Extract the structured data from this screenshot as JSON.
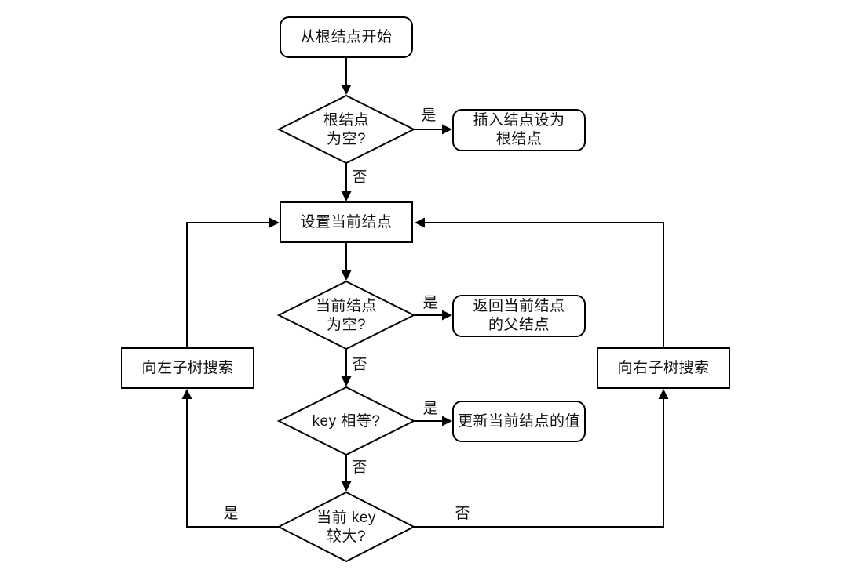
{
  "diagram": {
    "type": "flowchart",
    "background_color": "#ffffff",
    "stroke_color": "#000000",
    "text_color": "#111111",
    "nodes": {
      "start": {
        "shape": "rounded-rect",
        "lines": [
          "从根结点开始"
        ]
      },
      "root_empty": {
        "shape": "diamond",
        "lines": [
          "根结点",
          "为空?"
        ]
      },
      "insert_root": {
        "shape": "rounded-rect",
        "lines": [
          "插入结点设为",
          "根结点"
        ]
      },
      "set_current": {
        "shape": "rect",
        "lines": [
          "设置当前结点"
        ]
      },
      "current_empty": {
        "shape": "diamond",
        "lines": [
          "当前结点",
          "为空?"
        ]
      },
      "return_parent": {
        "shape": "rounded-rect",
        "lines": [
          "返回当前结点",
          "的父结点"
        ]
      },
      "key_equal": {
        "shape": "diamond",
        "lines": [
          "key 相等?"
        ]
      },
      "update_value": {
        "shape": "rounded-rect",
        "lines": [
          "更新当前结点的值"
        ]
      },
      "key_greater": {
        "shape": "diamond",
        "lines": [
          "当前 key",
          "较大?"
        ]
      },
      "search_left": {
        "shape": "rect",
        "lines": [
          "向左子树搜索"
        ]
      },
      "search_right": {
        "shape": "rect",
        "lines": [
          "向右子树搜索"
        ]
      }
    },
    "edge_labels": {
      "root_empty_yes": "是",
      "root_empty_no": "否",
      "current_empty_yes": "是",
      "current_empty_no": "否",
      "key_equal_yes": "是",
      "key_equal_no": "否",
      "key_greater_yes": "是",
      "key_greater_no": "否"
    }
  }
}
